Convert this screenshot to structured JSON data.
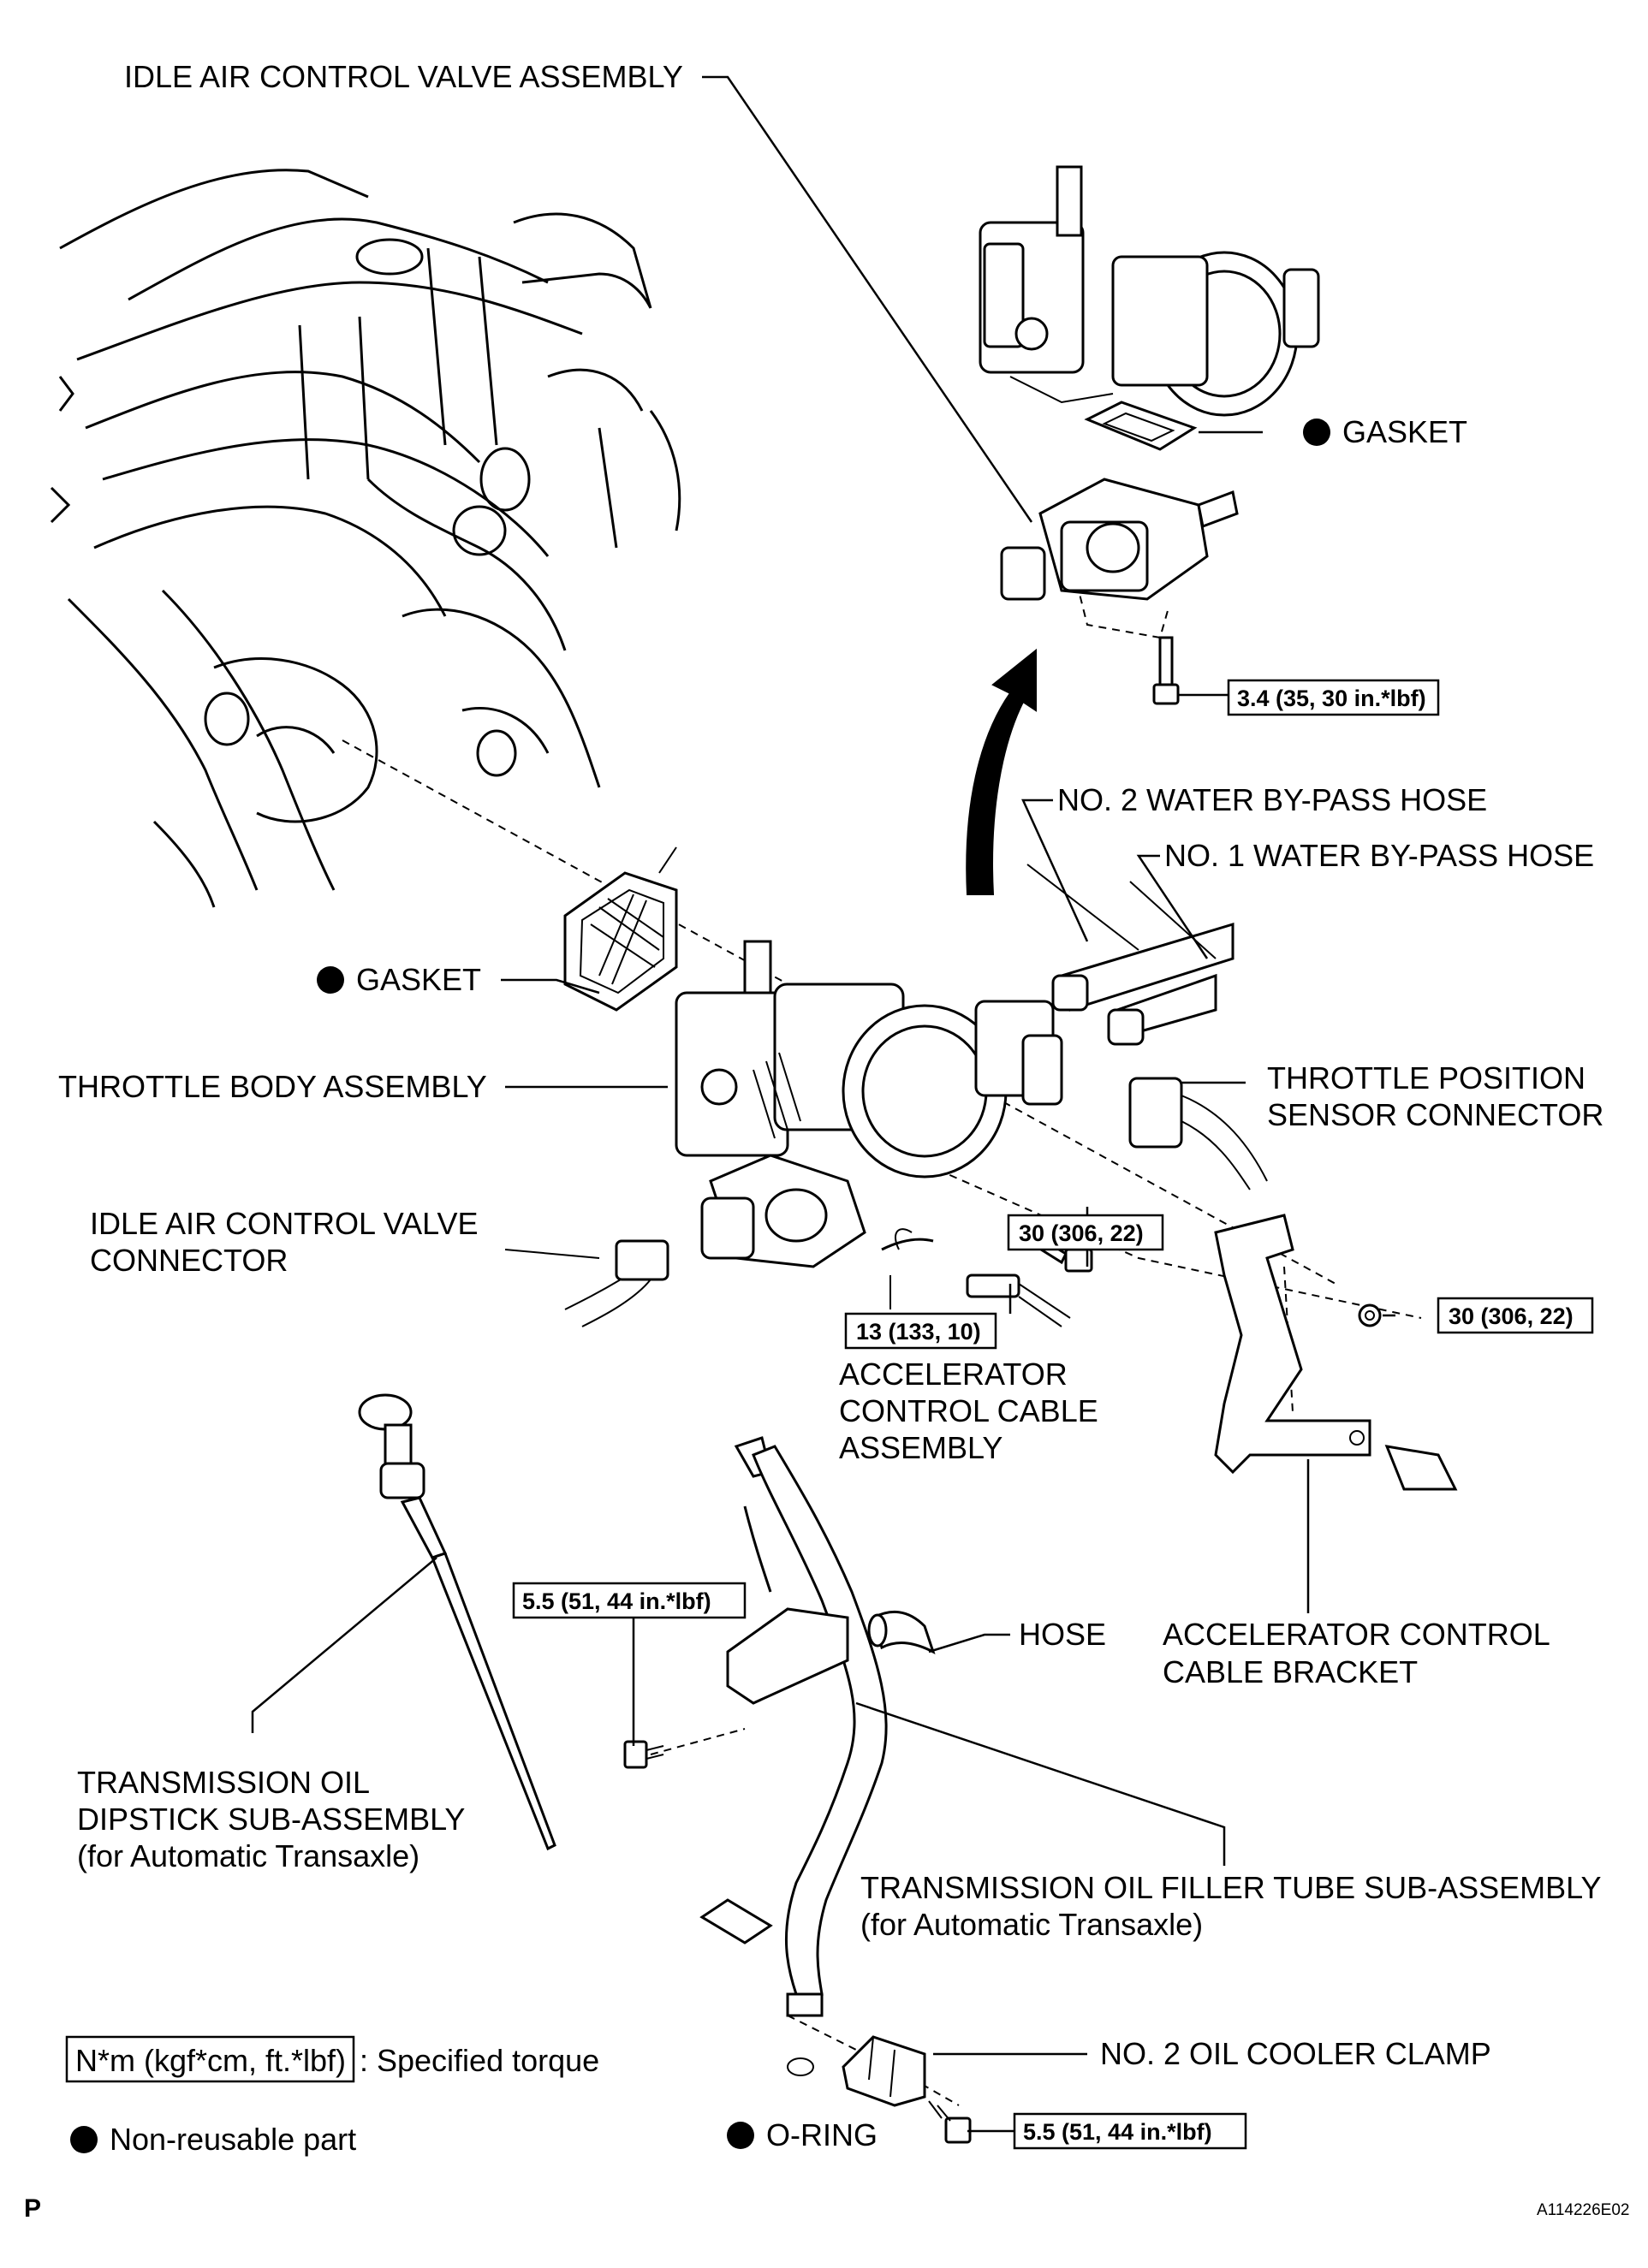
{
  "labels": {
    "iacv_assembly": "IDLE AIR CONTROL VALVE ASSEMBLY",
    "gasket_upper": "GASKET",
    "water_hose_2": "NO. 2 WATER BY-PASS HOSE",
    "water_hose_1": "NO. 1 WATER BY-PASS HOSE",
    "gasket_left": "GASKET",
    "throttle_body": "THROTTLE BODY ASSEMBLY",
    "tps_connector_l1": "THROTTLE POSITION",
    "tps_connector_l2": "SENSOR CONNECTOR",
    "iacv_connector_l1": "IDLE AIR CONTROL VALVE",
    "iacv_connector_l2": "CONNECTOR",
    "accel_cable_l1": "ACCELERATOR",
    "accel_cable_l2": "CONTROL CABLE",
    "accel_cable_l3": "ASSEMBLY",
    "hose": "HOSE",
    "accel_bracket_l1": "ACCELERATOR CONTROL",
    "accel_bracket_l2": "CABLE BRACKET",
    "dipstick_l1": "TRANSMISSION OIL",
    "dipstick_l2": "DIPSTICK SUB-ASSEMBLY",
    "dipstick_l3": "(for Automatic Transaxle)",
    "filler_tube_l1": "TRANSMISSION OIL FILLER TUBE SUB-ASSEMBLY",
    "filler_tube_l2": "(for Automatic Transaxle)",
    "oil_cooler_clamp": "NO. 2 OIL COOLER CLAMP",
    "o_ring": "O-RING"
  },
  "torques": {
    "iacv_bolt": "3.4 (35, 30 in.*lbf)",
    "throttle_bolt": "30 (306, 22)",
    "bracket_nut": "30 (306, 22)",
    "cable_nut": "13 (133, 10)",
    "tube_bolt": "5.5 (51, 44 in.*lbf)",
    "clamp_bolt": "5.5 (51, 44 in.*lbf)"
  },
  "legend": {
    "torque_box": "N*m (kgf*cm, ft.*lbf)",
    "torque_desc": ": Specified torque",
    "non_reusable": "Non-reusable part"
  },
  "footer": {
    "left": "P",
    "right": "A114226E02"
  }
}
